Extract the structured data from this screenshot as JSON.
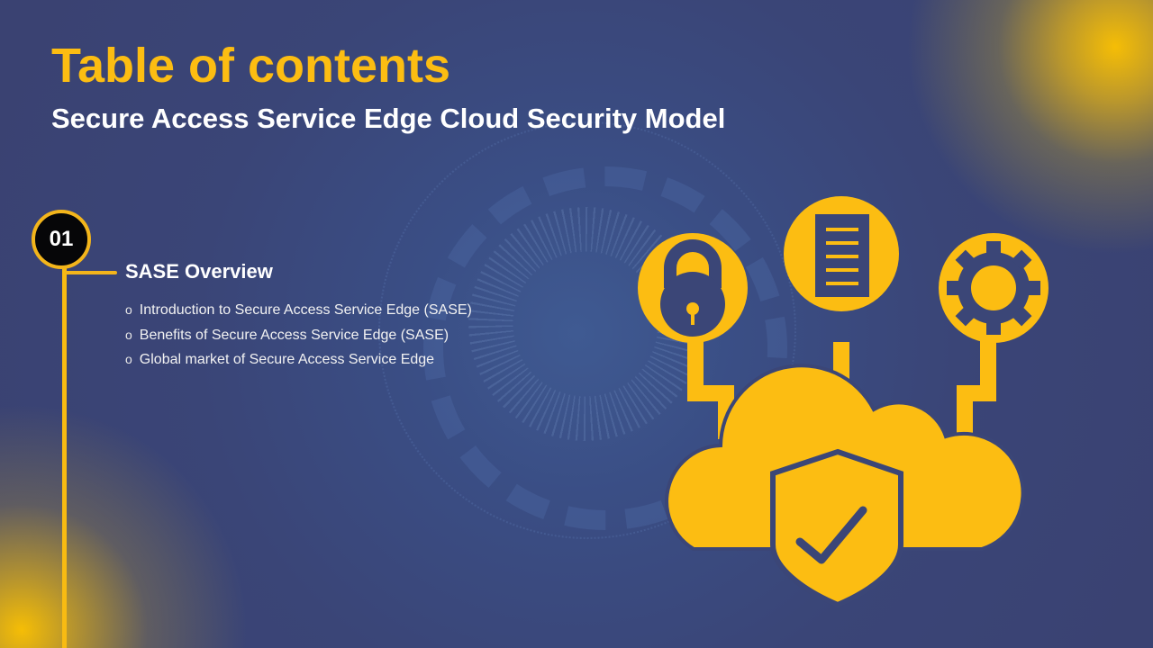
{
  "slide": {
    "title": "Table of contents",
    "subtitle": "Secure Access Service Edge Cloud Security Model"
  },
  "toc": {
    "number": "01",
    "section_title": "SASE Overview",
    "bullet_marker": "o",
    "items": [
      {
        "label": "Introduction to Secure Access Service Edge (SASE)"
      },
      {
        "label": "Benefits of Secure Access Service Edge (SASE)"
      },
      {
        "label": "Global market of Secure Access Service Edge"
      }
    ]
  },
  "illustration": {
    "icons": [
      "padlock-icon",
      "document-icon",
      "gear-icon",
      "cloud-icon",
      "shield-check-icon"
    ]
  },
  "colors": {
    "accent": "#fcbd12",
    "background": "#3b4677",
    "text": "#ffffff",
    "badge_fill": "#060608"
  }
}
